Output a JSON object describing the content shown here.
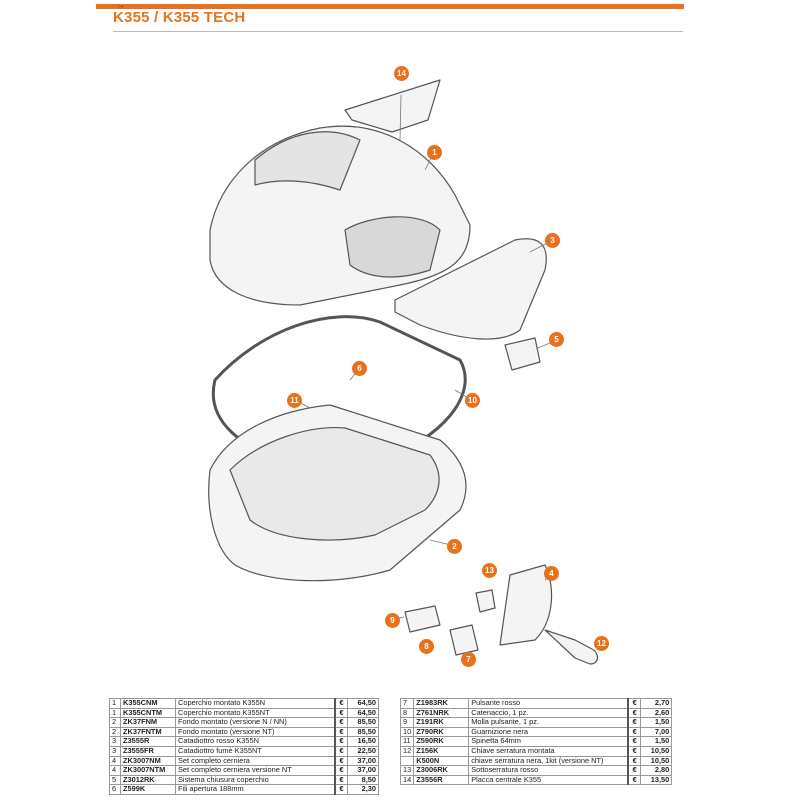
{
  "header": {
    "arrow": "→",
    "title": "K355 / K355 TECH"
  },
  "callouts": [
    {
      "label": "14"
    },
    {
      "label": "1"
    },
    {
      "label": "3"
    },
    {
      "label": "5"
    },
    {
      "label": "6"
    },
    {
      "label": "11"
    },
    {
      "label": "10"
    },
    {
      "label": "2"
    },
    {
      "label": "4"
    },
    {
      "label": "13"
    },
    {
      "label": "9"
    },
    {
      "label": "8"
    },
    {
      "label": "7"
    },
    {
      "label": "12"
    }
  ],
  "parts_left": [
    {
      "n": "1",
      "code": "K355CNM",
      "desc": "Coperchio montato K355N",
      "cur": "€",
      "price": "64,50"
    },
    {
      "n": "1",
      "code": "K355CNTM",
      "desc": "Coperchio montato K355NT",
      "cur": "€",
      "price": "64,50"
    },
    {
      "n": "2",
      "code": "ZK37FNM",
      "desc": "Fondo montato (versione N / NN)",
      "cur": "€",
      "price": "85,50"
    },
    {
      "n": "2",
      "code": "ZK37FNTM",
      "desc": "Fondo montato (versione NT)",
      "cur": "€",
      "price": "85,50"
    },
    {
      "n": "3",
      "code": "Z3555R",
      "desc": "Catadiottro rosso K355N",
      "cur": "€",
      "price": "16,50"
    },
    {
      "n": "3",
      "code": "Z3555FR",
      "desc": "Catadiottro fumè K355NT",
      "cur": "€",
      "price": "22,50"
    },
    {
      "n": "4",
      "code": "ZK3007NM",
      "desc": "Set completo cerniera",
      "cur": "€",
      "price": "37,00"
    },
    {
      "n": "4",
      "code": "ZK3007NTM",
      "desc": "Set completo cerniera versione NT",
      "cur": "€",
      "price": "37,00"
    },
    {
      "n": "5",
      "code": "Z3012RK",
      "desc": "Sistema chiusura coperchio",
      "cur": "€",
      "price": "8,50"
    },
    {
      "n": "6",
      "code": "Z599K",
      "desc": "Fili apertura 188mm",
      "cur": "€",
      "price": "2,30"
    }
  ],
  "parts_right": [
    {
      "n": "7",
      "code": "Z1983RK",
      "desc": "Pulsante rosso",
      "cur": "€",
      "price": "2,70"
    },
    {
      "n": "8",
      "code": "Z761NRK",
      "desc": "Catenaccio, 1 pz.",
      "cur": "€",
      "price": "2,60"
    },
    {
      "n": "9",
      "code": "Z191RK",
      "desc": "Molla pulsante, 1 pz.",
      "cur": "€",
      "price": "1,50"
    },
    {
      "n": "10",
      "code": "Z790RK",
      "desc": "Guarnizione nera",
      "cur": "€",
      "price": "7,00"
    },
    {
      "n": "11",
      "code": "Z590RK",
      "desc": "Spinetta 64mm",
      "cur": "€",
      "price": "1,50"
    },
    {
      "n": "12",
      "code": "Z156K",
      "desc": "Chiave serratura montata",
      "cur": "€",
      "price": "10,50"
    },
    {
      "n": "",
      "code": "K500N",
      "desc": "chiave serratura nera, 1kit (versione NT)",
      "cur": "€",
      "price": "10,50"
    },
    {
      "n": "13",
      "code": "Z3006RK",
      "desc": "Sottoserratura rosso",
      "cur": "€",
      "price": "2,80"
    },
    {
      "n": "14",
      "code": "Z3556R",
      "desc": "Placca centrale K355",
      "cur": "€",
      "price": "13,50"
    }
  ]
}
